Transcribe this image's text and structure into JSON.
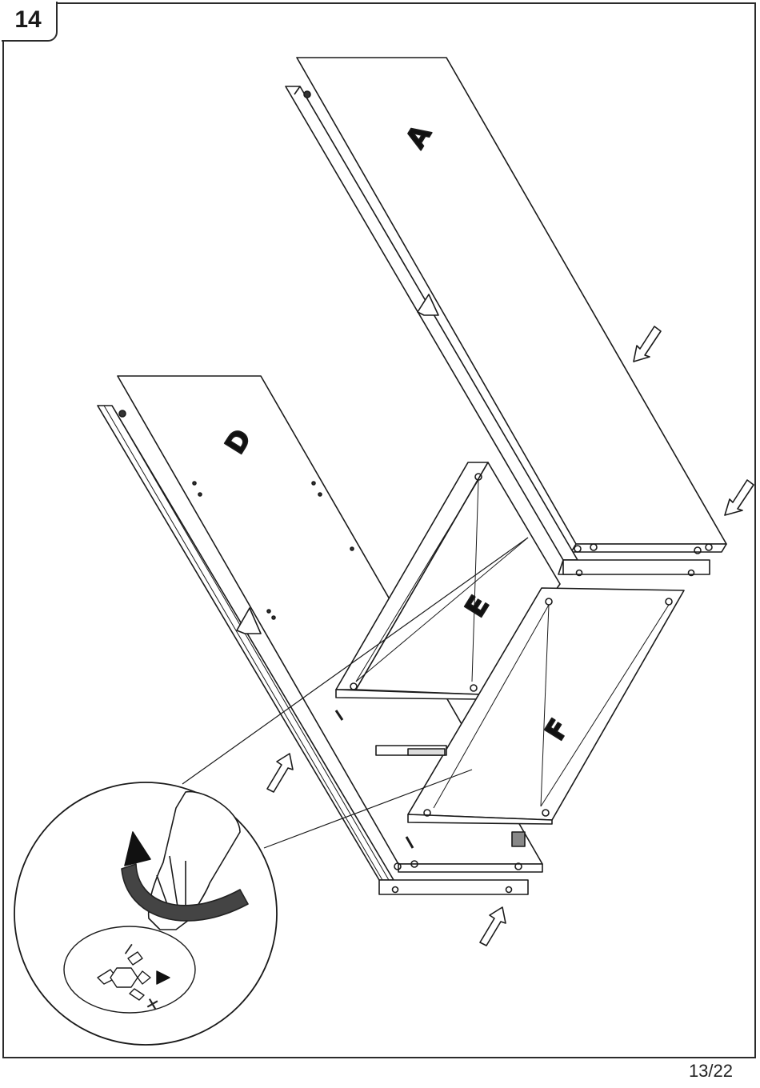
{
  "step": {
    "number": "14"
  },
  "page": {
    "number": "13/22"
  },
  "panels": [
    {
      "letter": "A"
    },
    {
      "letter": "D"
    },
    {
      "letter": "E"
    },
    {
      "letter": "F"
    }
  ],
  "detail": {
    "minus_sign": "–",
    "plus_sign": "+"
  },
  "icons": [
    "screwdriver-icon",
    "rotate-arrow-icon",
    "insert-arrow-icon",
    "cam-lock-icon"
  ]
}
